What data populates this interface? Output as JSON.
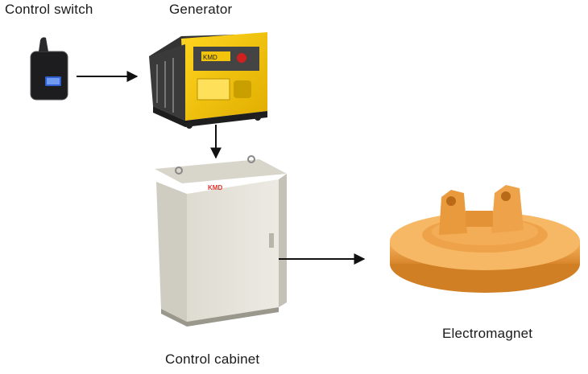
{
  "labels": {
    "control_switch": "Control switch",
    "generator": "Generator",
    "control_cabinet": "Control cabinet",
    "electromagnet": "Electromagnet"
  },
  "generator_panel_text": "KMD",
  "cabinet_logo": "KMD",
  "colors": {
    "generator_body": "#f2c40c",
    "generator_dark": "#3a3a3a",
    "cabinet_body": "#e6e3d9",
    "cabinet_logo": "#e0322a",
    "magnet_body": "#f0a64a",
    "arrow": "#111111"
  },
  "icons": {
    "control_switch": "remote-switch-icon",
    "generator": "diesel-generator-icon",
    "control_cabinet": "electrical-cabinet-icon",
    "electromagnet": "lifting-magnet-icon"
  }
}
